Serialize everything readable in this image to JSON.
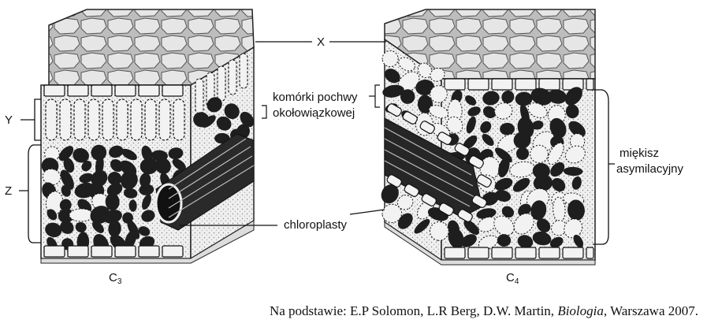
{
  "labels": {
    "x": "X",
    "y": "Y",
    "z": "Z",
    "sheath_line1": "komórki pochwy",
    "sheath_line2": "okołowiązkowej",
    "mesophyll_line1": "miękisz",
    "mesophyll_line2": "asymilacyjny",
    "chloroplasts": "chloroplasty"
  },
  "panels": {
    "c3": {
      "letter": "C",
      "sub": "3"
    },
    "c4": {
      "letter": "C",
      "sub": "4"
    }
  },
  "caption": {
    "prefix": "Na podstawie: E.P Solomon, L.R Berg, D.W. Martin, ",
    "italic": "Biologia",
    "suffix": ", Warszawa 2007."
  },
  "colors": {
    "ink": "#111111",
    "chloroplast": "#1e1e1e",
    "cell_fill": "#f2f2f2",
    "epidermis_top": "#c9c9c9"
  }
}
